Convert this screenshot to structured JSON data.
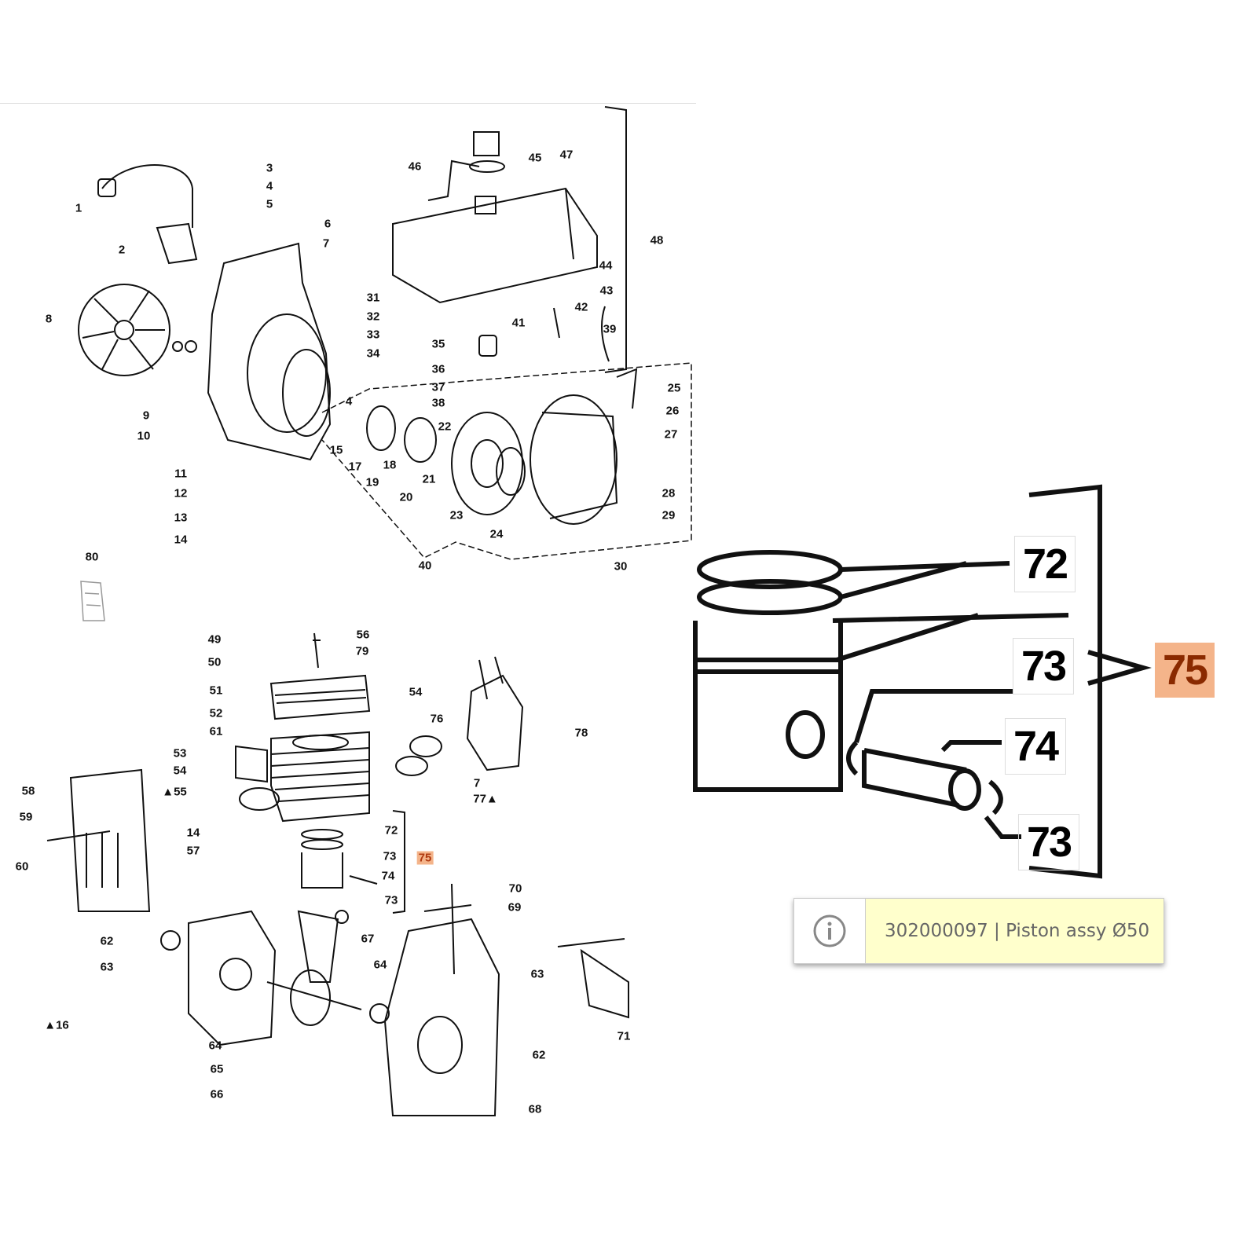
{
  "tooltip": {
    "text": "302000097 | Piston assy Ø50",
    "icon": "info-icon"
  },
  "highlight_color": "#f4b48a",
  "highlighted_part": "75",
  "callouts": [
    "1",
    "2",
    "3",
    "4",
    "5",
    "6",
    "7",
    "8",
    "9",
    "10",
    "11",
    "12",
    "13",
    "14",
    "15",
    "4",
    "17",
    "18",
    "19",
    "20",
    "21",
    "22",
    "23",
    "24",
    "25",
    "26",
    "27",
    "28",
    "29",
    "30",
    "31",
    "32",
    "33",
    "34",
    "35",
    "36",
    "37",
    "38",
    "39",
    "40",
    "41",
    "42",
    "43",
    "44",
    "45",
    "46",
    "47",
    "48",
    "80",
    "49",
    "50",
    "51",
    "52",
    "53",
    "54",
    "▲55",
    "54",
    "56",
    "79",
    "61",
    "76",
    "78",
    "7",
    "77▲",
    "58",
    "59",
    "60",
    "14",
    "57",
    "72",
    "73",
    "75",
    "74",
    "73",
    "70",
    "69",
    "67",
    "62",
    "63",
    "64",
    "63",
    "▲16",
    "64",
    "65",
    "66",
    "62",
    "71",
    "68"
  ],
  "detail_callouts": [
    "72",
    "73",
    "75",
    "74",
    "73"
  ]
}
